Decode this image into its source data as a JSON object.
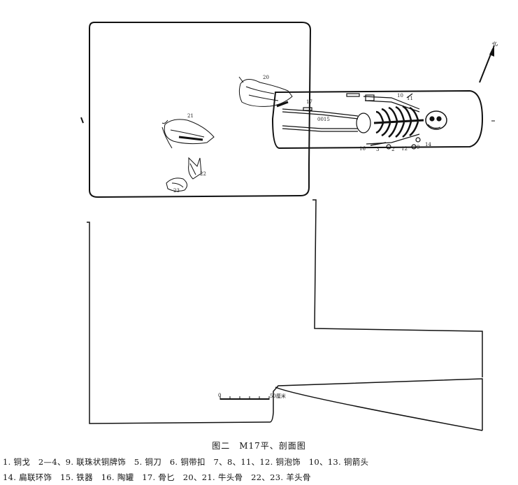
{
  "figure": {
    "caption": "图二　M17平、剖面图",
    "legend_line1": "1. 铜戈　2—4、9. 联珠状铜牌饰　5. 铜刀　6. 铜带扣　7、8、11、12. 铜泡饰　10、13. 铜箭头",
    "legend_line2": "14. 扁联环饰　15. 铁器　16. 陶罐　17. 骨匕　20、21. 牛头骨　22、23. 羊头骨"
  },
  "scale": {
    "zero": "0",
    "end": "50厘米"
  },
  "north_label": "北",
  "labels": {
    "n20": "20",
    "n21": "21",
    "n22": "22",
    "n23": "23",
    "n10": "10",
    "n11": "11",
    "n17": "17",
    "n015": "0015",
    "n16": "16",
    "n3": "3",
    "n2": "2",
    "n12": "12",
    "n9": "9",
    "n14": "14"
  }
}
